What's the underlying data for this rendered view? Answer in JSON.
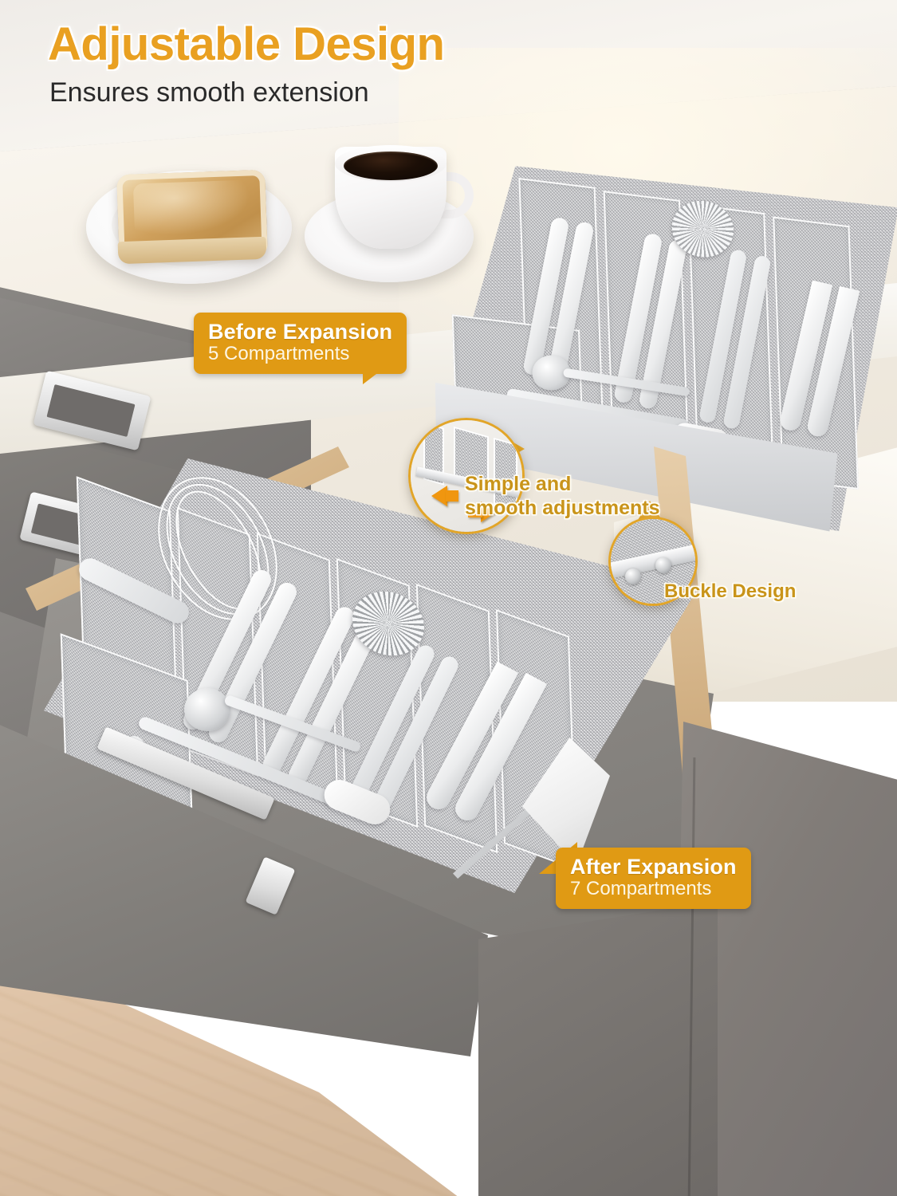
{
  "heading": {
    "title": "Adjustable Design",
    "subtitle": "Ensures smooth extension",
    "title_color": "#e9a021",
    "subtitle_color": "#2a2a2a"
  },
  "badges": {
    "before": {
      "line1": "Before Expansion",
      "line2": "5 Compartments",
      "bg_color": "#e09a14",
      "text_color": "#ffffff"
    },
    "after": {
      "line1": "After Expansion",
      "line2": "7 Compartments",
      "bg_color": "#e09a14",
      "text_color": "#ffffff"
    }
  },
  "annotations": {
    "adjust": {
      "line1": "Simple and",
      "line2": "smooth adjustments",
      "color": "#c9941a"
    },
    "buckle": {
      "label": "Buckle Design",
      "color": "#c9941a"
    }
  },
  "insets": {
    "adjust_inset": {
      "name": "divider-adjustment-closeup",
      "ring_color": "#e2a528",
      "arrow_color": "#f0960f",
      "arrow_left": "arrow-left",
      "arrow_right": "arrow-right"
    },
    "buckle_inset": {
      "name": "buckle-closeup",
      "ring_color": "#e2a528"
    }
  },
  "scene": {
    "breakfast": {
      "toast_label": "toast-slice",
      "plate_label": "white-plate",
      "coffee_label": "black-coffee",
      "cup_label": "white-coffee-cup",
      "saucer_label": "white-saucer"
    },
    "organizer_top": {
      "label": "cutlery-tray-before-expansion",
      "compartments": 5,
      "material": "silver-mesh"
    },
    "organizer_main": {
      "label": "cutlery-tray-after-expansion",
      "compartments": 7,
      "material": "silver-mesh"
    },
    "kitchen": {
      "cabinet_color": "#7e7b78",
      "counter_color": "#f3eee4",
      "floor_color": "#d8bb9b",
      "drawer_trim_color": "#d3b184"
    },
    "utensils": [
      "whisk",
      "rolling-pin",
      "tongs",
      "ladle",
      "spatula",
      "forks",
      "knives",
      "spoons",
      "cake-server"
    ]
  }
}
